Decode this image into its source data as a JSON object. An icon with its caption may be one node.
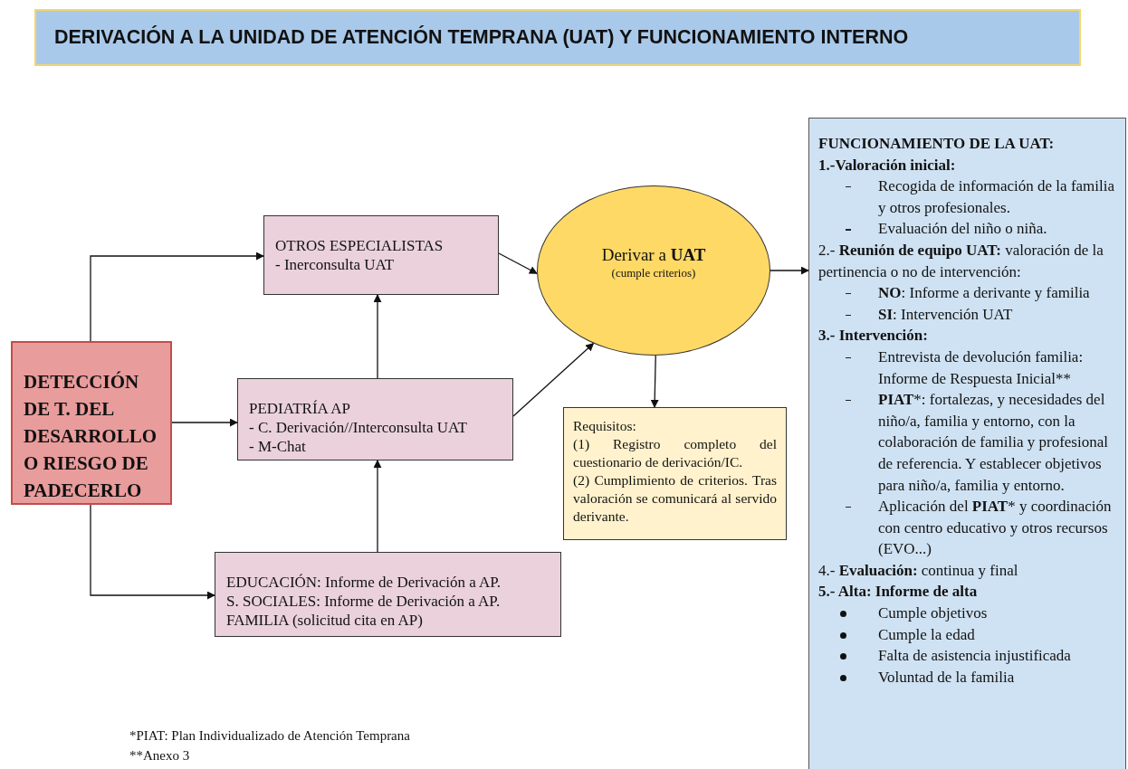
{
  "diagram": {
    "title": "DERIVACIÓN A LA UNIDAD DE ATENCIÓN TEMPRANA (UAT) Y FUNCIONAMIENTO INTERNO",
    "nodes": [
      {
        "text": [
          "DETECCIÓN DE T.  DEL DESARROLLO O RIESGO DE PADECERLO"
        ]
      },
      {
        "text": [
          "OTROS ESPECIALISTAS",
          "- Inerconsulta UAT"
        ]
      },
      {
        "text": [
          "PEDIATRÍA AP",
          "- C. Derivación//Interconsulta UAT",
          "- M-Chat"
        ]
      },
      {
        "text": [
          "EDUCACIÓN: Informe de Derivación a AP.",
          "S. SOCIALES: Informe de  Derivación a AP.",
          "FAMILIA (solicitud cita en AP)"
        ]
      },
      {
        "text": [
          "Derivar a  **UAT**",
          "(cumple criterios)"
        ]
      },
      {
        "text": [
          "Requisitos:",
          "(1) Registro completo del cuestionario de derivación/IC.",
          "(2) Cumplimiento de criterios. Tras valoración se comunicará al servido derivante."
        ]
      },
      {
        "text": [
          "FUNCIONAMIENTO DE LA UAT:",
          "1.-Valoración inicial:",
          "Recogida de información de la familia y otros profesionales.",
          "Evaluación del niño o niña.",
          "2.- **Reunión de equipo UAT:** valoración de la pertinencia o no de intervención:",
          "**NO**: Informe a derivante y familia",
          "**SI**: Intervención UAT",
          "3.- Intervención:",
          "Entrevista de devolución familia: Informe de Respuesta Inicial**",
          "**PIAT***: fortalezas, y necesidades del niño/a, familia y entorno, con la colaboración de familia y profesional de referencia. Y establecer objetivos para niño/a, familia y entorno.",
          "Aplicación del **PIAT*** y coordinación con centro educativo y otros recursos (EVO...)",
          "4.- **Evaluación:** continua y final",
          "5.- Alta: Informe de alta",
          "Cumple objetivos",
          "Cumple la edad",
          "Falta de asistencia injustificada",
          "Voluntad de la familia"
        ]
      }
    ],
    "edges": [
      {
        "from": 0,
        "to": 1,
        "arrow": "to"
      },
      {
        "from": 0,
        "to": 2,
        "arrow": "to"
      },
      {
        "from": 0,
        "to": 3,
        "arrow": "to"
      },
      {
        "from": 2,
        "to": 1,
        "arrow": "to"
      },
      {
        "from": 3,
        "to": 2,
        "arrow": "to"
      },
      {
        "from": 1,
        "to": 4,
        "arrow": "to"
      },
      {
        "from": 2,
        "to": 4,
        "arrow": "to"
      },
      {
        "from": 4,
        "to": 5,
        "arrow": "to"
      },
      {
        "from": 4,
        "to": 6,
        "arrow": "to"
      }
    ],
    "labels": [
      "*PIAT: Plan Individualizado de Atención Temprana",
      "**Anexo 3"
    ]
  }
}
